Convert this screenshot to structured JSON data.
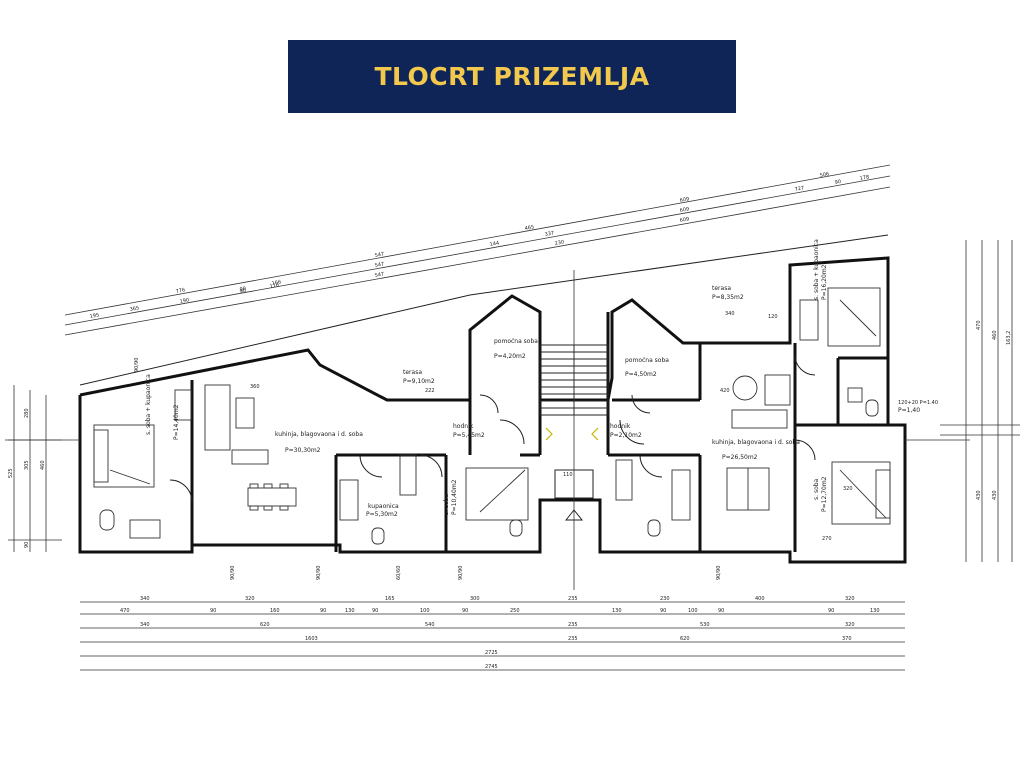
{
  "title": "TLOCRT PRIZEMLJA",
  "colors": {
    "banner_bg": "#0f2557",
    "banner_text": "#f2c94c",
    "wall": "#111111",
    "accent_door": "#c8b400"
  },
  "rooms": [
    {
      "id": "sleep-left",
      "name": "s. soba + kupaonica",
      "area": "P=14,40m2"
    },
    {
      "id": "kitchen-left",
      "name": "kuhinja, blagovaona i d. soba",
      "area": "P=30,30m2"
    },
    {
      "id": "terrace-left",
      "name": "terasa",
      "area": "P=9,10m2"
    },
    {
      "id": "bath-left",
      "name": "kupaonica",
      "area": "P=5,30m2"
    },
    {
      "id": "aux-left",
      "name": "pomoćna soba",
      "area": "P=4,20m2"
    },
    {
      "id": "hall-left",
      "name": "hodnik",
      "area": "P=5,45m2"
    },
    {
      "id": "sleep-mid",
      "name": "s. soba",
      "area": "P=10,40m2"
    },
    {
      "id": "aux-right",
      "name": "pomoćna soba",
      "area": "P=4,50m2"
    },
    {
      "id": "hall-right",
      "name": "hodnik",
      "area": "P=2,10m2"
    },
    {
      "id": "terrace-right",
      "name": "terasa",
      "area": "P=8,35m2"
    },
    {
      "id": "kitchen-right",
      "name": "kuhinja, blagovaona i d. soba",
      "area": "P=26,50m2"
    },
    {
      "id": "sleep-right-top",
      "name": "s. soba + kupaonica",
      "area": "P=16,20m2"
    },
    {
      "id": "sleep-right-bottom",
      "name": "s. soba",
      "area": "P=12,70m2"
    },
    {
      "id": "wc-right",
      "name": "",
      "area": "P=1,40"
    }
  ],
  "dimensions": {
    "bottom_row1": [
      "340",
      "320",
      "165",
      "300",
      "235",
      "230",
      "400",
      "320"
    ],
    "bottom_row2": [
      "470",
      "90",
      "160",
      "90",
      "130",
      "90",
      "100",
      "90",
      "250",
      "130",
      "90",
      "100",
      "90",
      "90",
      "130"
    ],
    "bottom_row3": [
      "340",
      "620",
      "540",
      "235",
      "530",
      "320"
    ],
    "bottom_row4": [
      "1603",
      "235",
      "620",
      "370"
    ],
    "bottom_row5": [
      "2725"
    ],
    "bottom_row6": [
      "2745"
    ],
    "diagonal_row1": [
      "776",
      "547",
      "465",
      "609",
      "506"
    ],
    "diagonal_row2": [
      "195",
      "365",
      "90",
      "166",
      "547",
      "144",
      "337",
      "609",
      "727",
      "90",
      "178"
    ],
    "diagonal_row3": [
      "190",
      "90",
      "116",
      "547",
      "230",
      "609"
    ],
    "left_side": [
      "525",
      "305",
      "460",
      "280",
      "90"
    ],
    "right_side": [
      "470",
      "460",
      "163,2",
      "430",
      "430"
    ],
    "window_labels": [
      "90/90",
      "90/90",
      "90/90",
      "60/60",
      "90/90",
      "90/90",
      "120+20 P=1.40"
    ],
    "interior": [
      "360",
      "222",
      "420",
      "340",
      "120",
      "320",
      "270",
      "110"
    ]
  }
}
